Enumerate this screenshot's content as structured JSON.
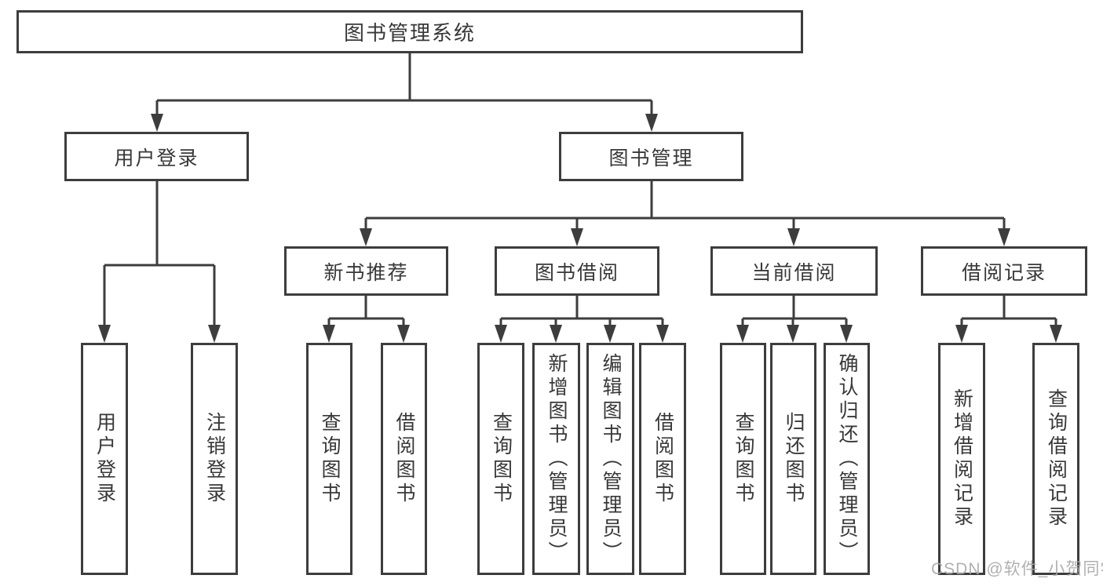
{
  "diagram": {
    "root_label": "图书管理系统",
    "branches": [
      {
        "label": "用户登录"
      },
      {
        "label": "图书管理"
      }
    ],
    "modules": [
      {
        "label": "新书推荐"
      },
      {
        "label": "图书借阅"
      },
      {
        "label": "当前借阅"
      },
      {
        "label": "借阅记录"
      }
    ],
    "leaves": {
      "user_login": [
        "用户登录",
        "注销登录"
      ],
      "new_book": [
        "查询图书",
        "借阅图书"
      ],
      "book_borrow": [
        "查询图书",
        "新增图书（管理员）",
        "编辑图书（管理员）",
        "借阅图书"
      ],
      "current_borrow": [
        "查询图书",
        "归还图书",
        "确认归还（管理员）"
      ],
      "borrow_record": [
        "新增借阅记录",
        "查询借阅记录"
      ]
    }
  },
  "watermark": "CSDN @软件_小贺同学",
  "colors": {
    "line": "#3d3d3d",
    "text": "#383838",
    "watermark": "#a8a8a8",
    "background": "#ffffff"
  }
}
